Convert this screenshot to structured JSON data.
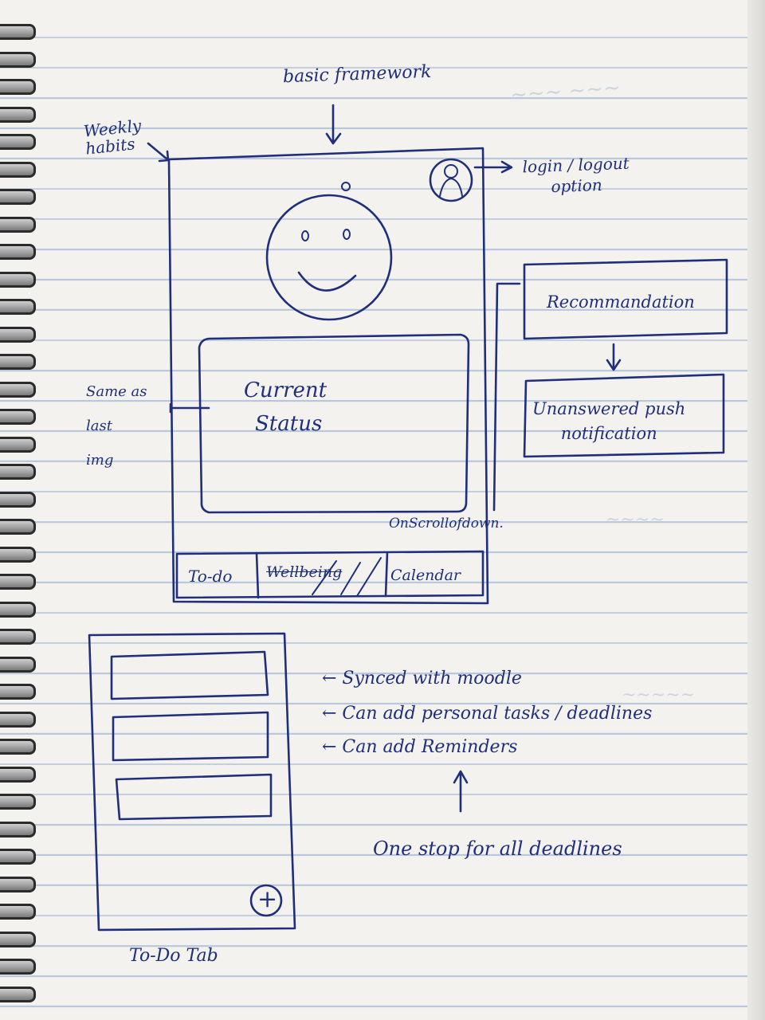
{
  "annotations": {
    "basic_framework": "basic framework",
    "weekly_habits_line1": "Weekly",
    "weekly_habits_line2": "habits",
    "login_line1": "login / logout",
    "login_line2": "option",
    "same_line1": "Same as",
    "same_line2": "last",
    "same_line3": "img",
    "on_scroll": "OnScrollofdown."
  },
  "main_screen": {
    "status_line1": "Current",
    "status_line2": "Status",
    "tabs": [
      "To-do",
      "Wellbeing",
      "Calendar"
    ]
  },
  "flow": {
    "box1": "Recommandation",
    "box2_line1": "Unanswered push",
    "box2_line2": "notification"
  },
  "todo_screen": {
    "caption": "To-Do Tab",
    "add_symbol": "+"
  },
  "notes": {
    "line1": "← Synced with moodle",
    "line2": "← Can add personal tasks / deadlines",
    "line3": "← Can add Reminders",
    "line4": "One stop for all deadlines"
  },
  "colors": {
    "ink": "#1f2f7a",
    "paper": "#f3f2ef",
    "rule": "#b9c7dc"
  }
}
